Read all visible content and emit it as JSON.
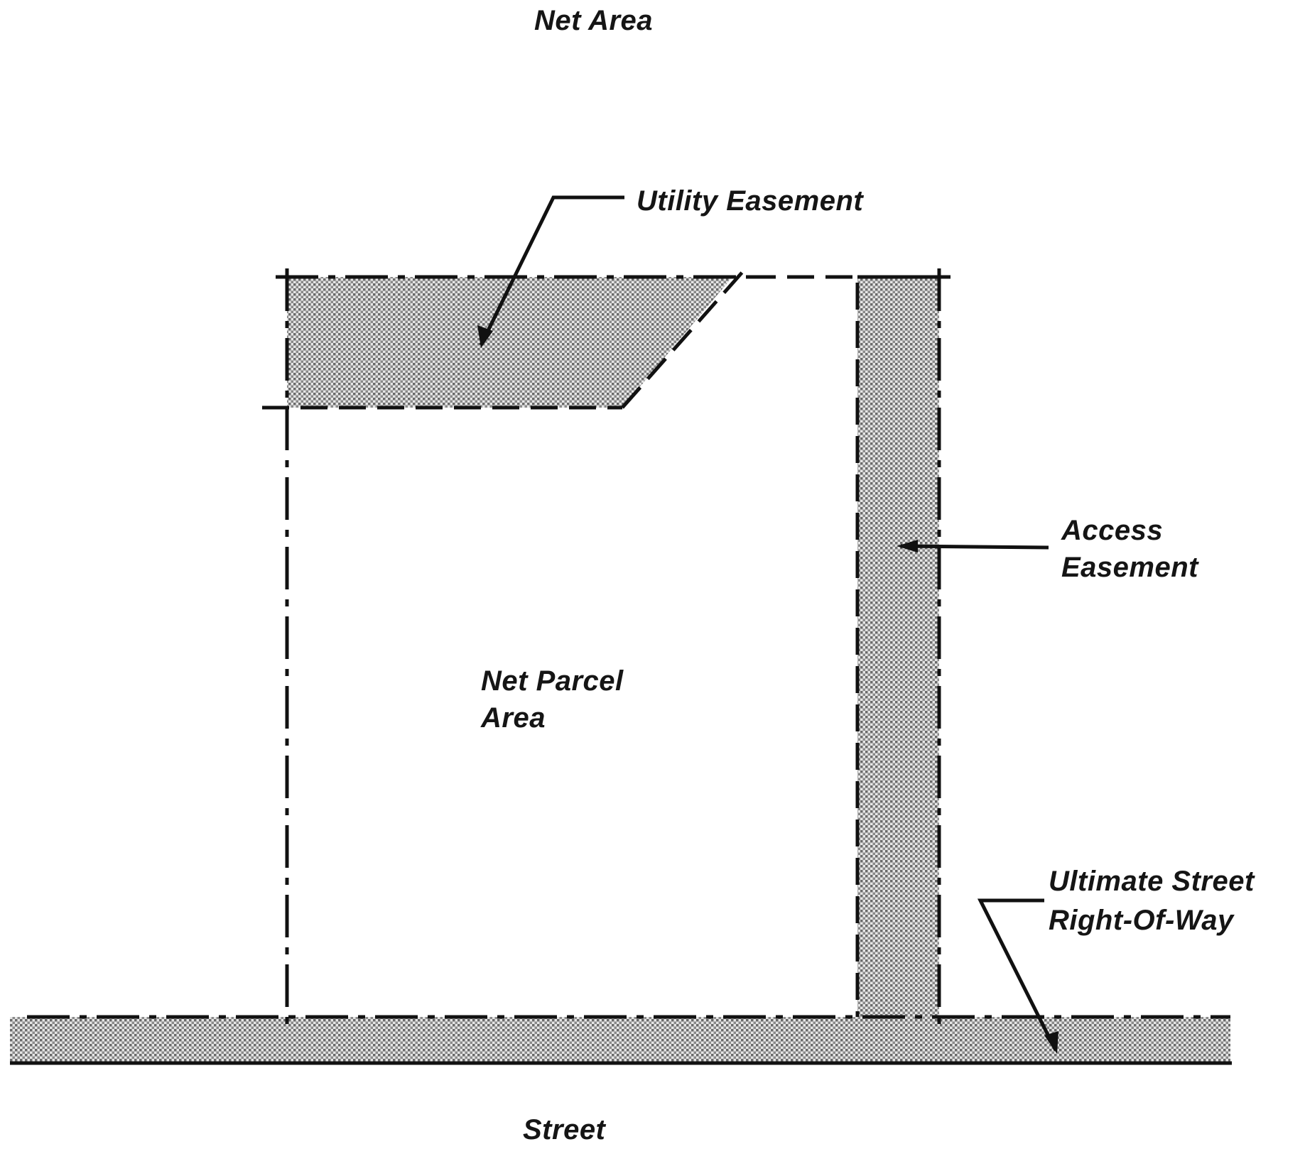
{
  "title": "Net Area",
  "labels": {
    "utility_easement": "Utility Easement",
    "access_easement_line1": "Access",
    "access_easement_line2": "Easement",
    "net_parcel_line1": "Net Parcel",
    "net_parcel_line2": "Area",
    "row_line1": "Ultimate Street",
    "row_line2": "Right-Of-Way",
    "street": "Street"
  },
  "colors": {
    "ink": "#111111",
    "stipple": "#777777"
  }
}
